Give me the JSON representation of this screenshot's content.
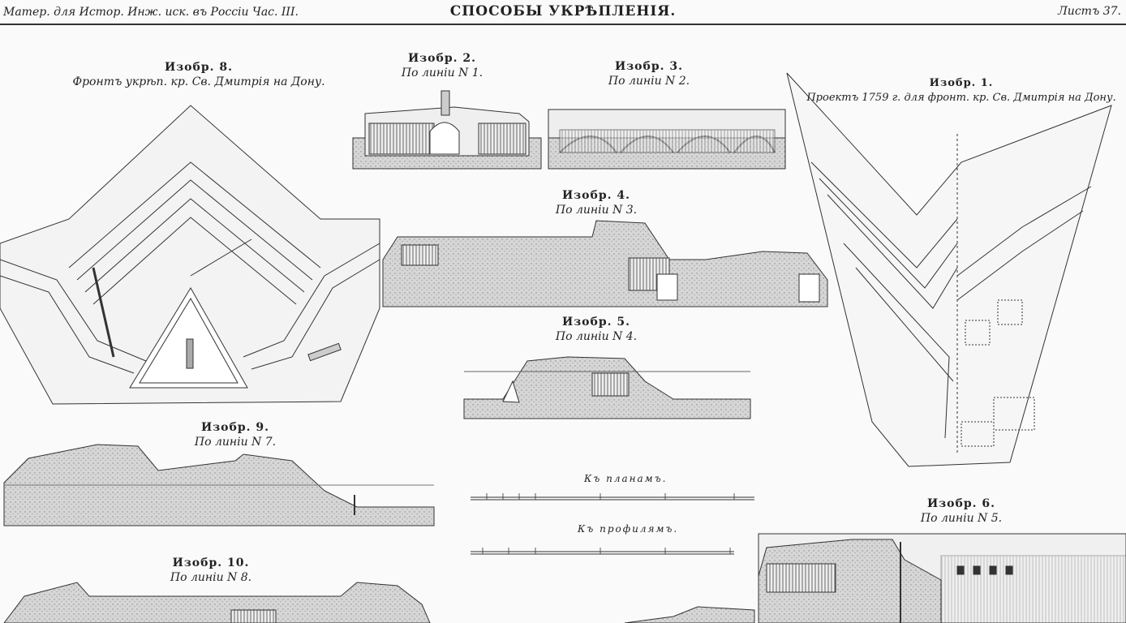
{
  "header": {
    "left": "Матер. для Истор. Инж. иск. въ Россіи Час. III.",
    "title": "СПОСОБЫ УКРѢПЛЕНІЯ.",
    "right": "Листъ 37."
  },
  "figures": {
    "f8": {
      "title": "Изобр. 8.",
      "sub": "Фронтъ укрѣп. кр. Св. Дмитрія на Дону."
    },
    "f2": {
      "title": "Изобр. 2.",
      "sub": "По линіи N 1."
    },
    "f3": {
      "title": "Изобр. 3.",
      "sub": "По линіи N 2."
    },
    "f1": {
      "title": "Изобр. 1.",
      "sub": "Проектъ 1759 г. для фронт. кр. Св. Дмитрія на Дону."
    },
    "f4": {
      "title": "Изобр. 4.",
      "sub": "По линіи N 3."
    },
    "f5": {
      "title": "Изобр. 5.",
      "sub": "По линіи N 4."
    },
    "f9": {
      "title": "Изобр. 9.",
      "sub": "По линіи N 7."
    },
    "f6": {
      "title": "Изобр. 6.",
      "sub": "По линіи N 5."
    },
    "f10": {
      "title": "Изобр. 10.",
      "sub": "По линіи N 8."
    }
  },
  "scales": {
    "plans_label": "Къ планамъ.",
    "profiles_label": "Къ профилямъ."
  },
  "colors": {
    "ink": "#222222",
    "paper": "#fafafa",
    "hatch": "#8a8a8a"
  }
}
